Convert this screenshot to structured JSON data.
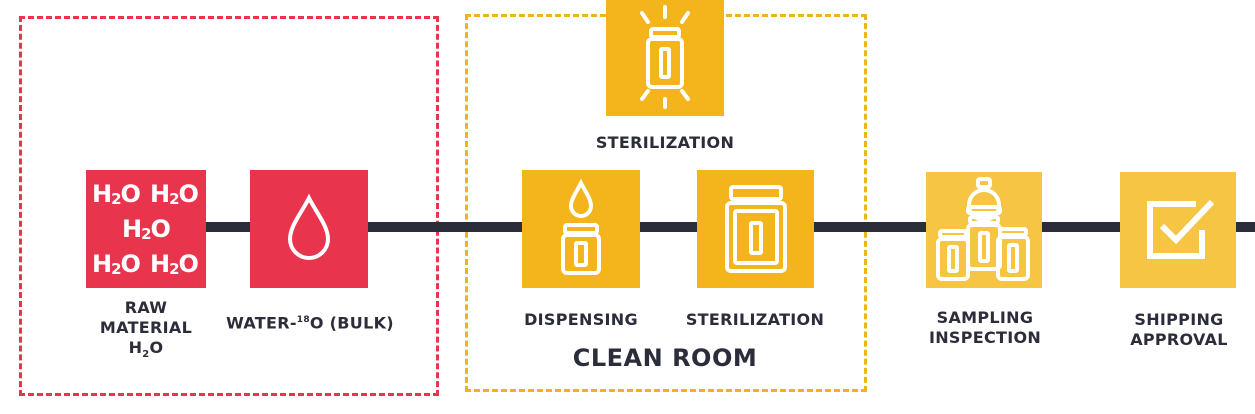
{
  "steps": {
    "raw_material": {
      "line1": "RAW MATERIAL",
      "h": "H",
      "sub": "2",
      "o": "O"
    },
    "water_bulk": {
      "prefix": "WATER-",
      "sup": "18",
      "suffix": "O (BULK)"
    },
    "sterilization_top": "STERILIZATION",
    "dispensing": "DISPENSING",
    "sterilization": "STERILIZATION",
    "clean_room": "CLEAN ROOM",
    "sampling": {
      "line1": "SAMPLING",
      "line2": "INSPECTION"
    },
    "shipping": {
      "line1": "SHIPPING",
      "line2": "APPROVAL"
    }
  },
  "h2o_tile": {
    "h": "H",
    "sub": "2",
    "o": "O"
  },
  "colors": {
    "red": "#e8344d",
    "gold": "#f3b51b",
    "light_gold": "#f6c544",
    "line": "#2b2d3a"
  },
  "icons": [
    "h2o-molecules-icon",
    "water-drop-icon",
    "sterilization-jar-icon",
    "dispensing-drop-icon",
    "jar-icon",
    "sampling-jars-icon",
    "checkbox-icon"
  ]
}
